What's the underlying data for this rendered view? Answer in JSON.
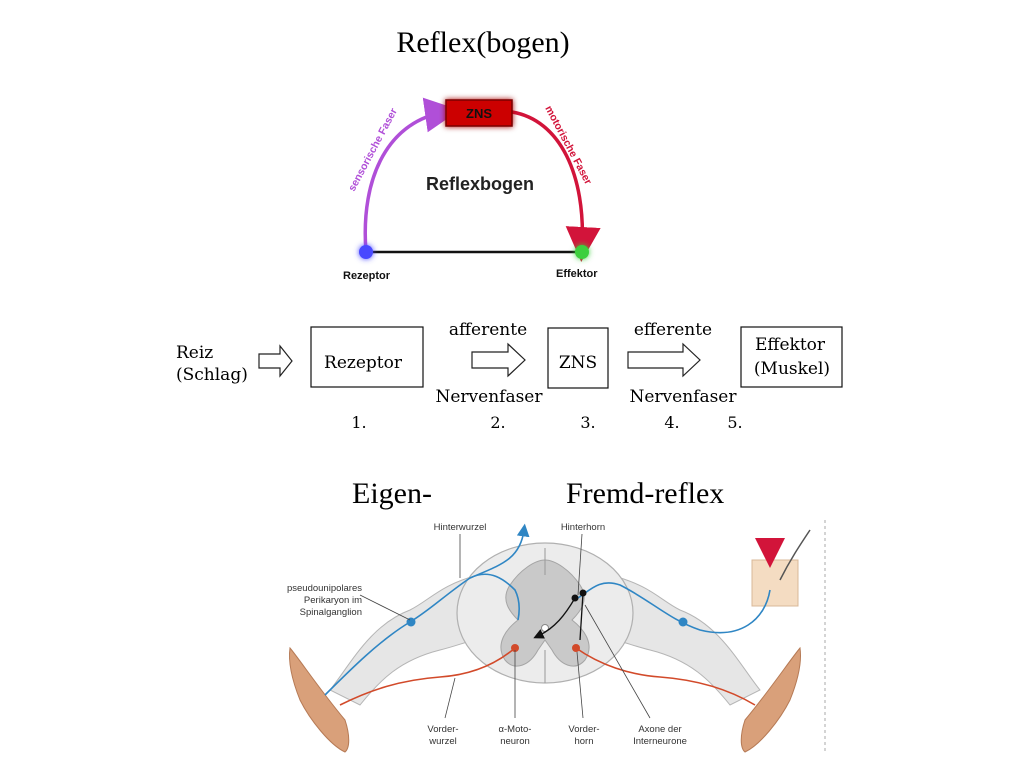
{
  "title": "Reflex(bogen)",
  "arc_diagram": {
    "center_label": "Reflexbogen",
    "zns_label": "ZNS",
    "sensory_label": "sensorische Faser",
    "motor_label": "motorische Faser",
    "receptor_label": "Rezeptor",
    "effector_label": "Effektor",
    "colors": {
      "sensory": "#b04fd8",
      "motor": "#d2143a",
      "zns": "#cc0000",
      "receptor_dot": "#4a4aff",
      "effector_dot": "#3ccf3c"
    }
  },
  "flow": {
    "reiz": [
      "Reiz",
      "(Schlag)"
    ],
    "rezeptor": "Rezeptor",
    "afferente": "afferente",
    "zns": "ZNS",
    "efferente": "efferente",
    "effektor": [
      "Effektor",
      "(Muskel)"
    ],
    "nervenfaser_1": "Nervenfaser",
    "nervenfaser_2": "Nervenfaser",
    "steps": [
      "1.",
      "2.",
      "3.",
      "4.",
      "5."
    ]
  },
  "headings": {
    "eigen": "Eigen-",
    "fremd": "Fremd-reflex"
  },
  "spinal": {
    "hinterwurzel": "Hinterwurzel",
    "hinterhorn": "Hinterhorn",
    "pseudo": [
      "pseudounipolares",
      "Perikaryon im",
      "Spinalganglion"
    ],
    "vorderwurzel": [
      "Vorder-",
      "wurzel"
    ],
    "motoneuron": [
      "α-Moto-",
      "neuron"
    ],
    "vorderhorn": [
      "Vorder-",
      "horn"
    ],
    "interneurone": [
      "Axone der",
      "Interneurone"
    ],
    "colors": {
      "afferent": "#2f86c4",
      "efferent": "#d24a2a",
      "grey": "#c9c9c9",
      "muscle": "#d9a07a"
    }
  }
}
